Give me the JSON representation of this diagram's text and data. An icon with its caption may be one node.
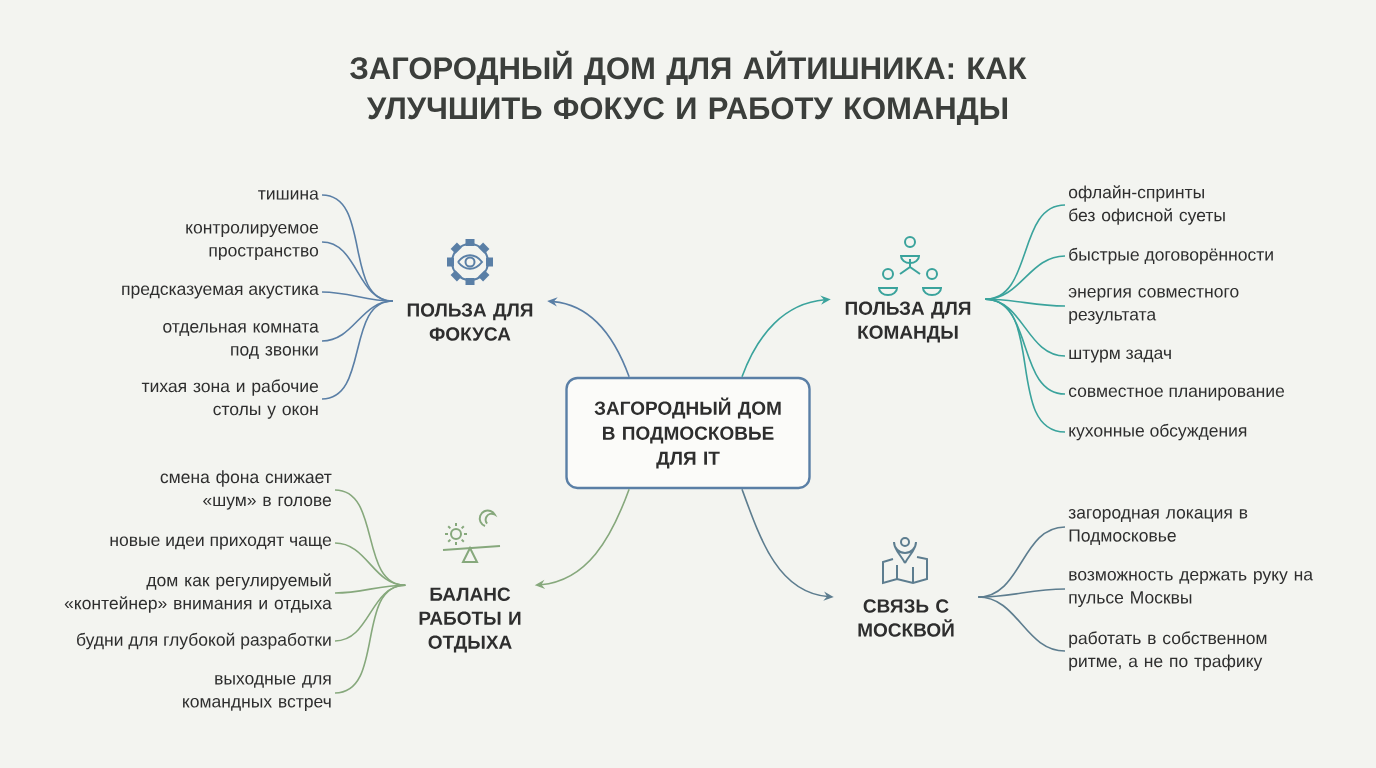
{
  "diagram": {
    "title": "ЗАГОРОДНЫЙ ДОМ ДЛЯ АЙТИШНИКА: КАК УЛУЧШИТЬ ФОКУС И РАБОТУ КОМАНДЫ",
    "nodes": [
      {
        "text": [
          "ЗАГОРОДНЫЙ ДОМ В ПОДМОСКОВЬЕ ДЛЯ IT"
        ]
      },
      {
        "text": [
          "ПОЛЬЗА ДЛЯ ФОКУСА"
        ]
      },
      {
        "text": [
          "тишина"
        ]
      },
      {
        "text": [
          "контролируемое пространство"
        ]
      },
      {
        "text": [
          "предсказуемая акустика"
        ]
      },
      {
        "text": [
          "отдельная комната под звонки"
        ]
      },
      {
        "text": [
          "тихая зона и рабочие столы у окон"
        ]
      },
      {
        "text": [
          "ПОЛЬЗА ДЛЯ КОМАНДЫ"
        ]
      },
      {
        "text": [
          "офлайн-спринты без офисной суеты"
        ]
      },
      {
        "text": [
          "быстрые договорённости"
        ]
      },
      {
        "text": [
          "энергия совместного результата"
        ]
      },
      {
        "text": [
          "штурм задач"
        ]
      },
      {
        "text": [
          "совместное планирование"
        ]
      },
      {
        "text": [
          "кухонные обсуждения"
        ]
      },
      {
        "text": [
          "БАЛАНС РАБОТЫ И ОТДЫХА"
        ]
      },
      {
        "text": [
          "смена фона снижает «шум» в голове"
        ]
      },
      {
        "text": [
          "новые идеи приходят чаще"
        ]
      },
      {
        "text": [
          "дом как регулируемый «контейнер» внимания и отдыха"
        ]
      },
      {
        "text": [
          "будни для глубокой разработки"
        ]
      },
      {
        "text": [
          "выходные для командных встреч"
        ]
      },
      {
        "text": [
          "СВЯЗЬ С МОСКВОЙ"
        ]
      },
      {
        "text": [
          "загородная локация в Подмосковье"
        ]
      },
      {
        "text": [
          "возможность держать руку на пульсе Москвы"
        ]
      },
      {
        "text": [
          "работать в собственном ритме, а не по трафику"
        ]
      }
    ],
    "edges": [
      {
        "from": 0,
        "to": 1,
        "arrow": "to",
        "color": "#5a7fa6"
      },
      {
        "from": 0,
        "to": 7,
        "arrow": "to",
        "color": "#3aa39c"
      },
      {
        "from": 0,
        "to": 14,
        "arrow": "to",
        "color": "#86a87c"
      },
      {
        "from": 0,
        "to": 20,
        "arrow": "to",
        "color": "#5d7d8f"
      },
      {
        "from": 1,
        "to": 2,
        "arrow": "none",
        "color": "#5a7fa6"
      },
      {
        "from": 1,
        "to": 3,
        "arrow": "none",
        "color": "#5a7fa6"
      },
      {
        "from": 1,
        "to": 4,
        "arrow": "none",
        "color": "#5a7fa6"
      },
      {
        "from": 1,
        "to": 5,
        "arrow": "none",
        "color": "#5a7fa6"
      },
      {
        "from": 1,
        "to": 6,
        "arrow": "none",
        "color": "#5a7fa6"
      },
      {
        "from": 7,
        "to": 8,
        "arrow": "none",
        "color": "#3aa39c"
      },
      {
        "from": 7,
        "to": 9,
        "arrow": "none",
        "color": "#3aa39c"
      },
      {
        "from": 7,
        "to": 10,
        "arrow": "none",
        "color": "#3aa39c"
      },
      {
        "from": 7,
        "to": 11,
        "arrow": "none",
        "color": "#3aa39c"
      },
      {
        "from": 7,
        "to": 12,
        "arrow": "none",
        "color": "#3aa39c"
      },
      {
        "from": 7,
        "to": 13,
        "arrow": "none",
        "color": "#3aa39c"
      },
      {
        "from": 14,
        "to": 15,
        "arrow": "none",
        "color": "#86a87c"
      },
      {
        "from": 14,
        "to": 16,
        "arrow": "none",
        "color": "#86a87c"
      },
      {
        "from": 14,
        "to": 17,
        "arrow": "none",
        "color": "#86a87c"
      },
      {
        "from": 14,
        "to": 18,
        "arrow": "none",
        "color": "#86a87c"
      },
      {
        "from": 14,
        "to": 19,
        "arrow": "none",
        "color": "#86a87c"
      },
      {
        "from": 20,
        "to": 21,
        "arrow": "none",
        "color": "#5d7d8f"
      },
      {
        "from": 20,
        "to": 22,
        "arrow": "none",
        "color": "#5d7d8f"
      },
      {
        "from": 20,
        "to": 23,
        "arrow": "none",
        "color": "#5d7d8f"
      }
    ]
  }
}
